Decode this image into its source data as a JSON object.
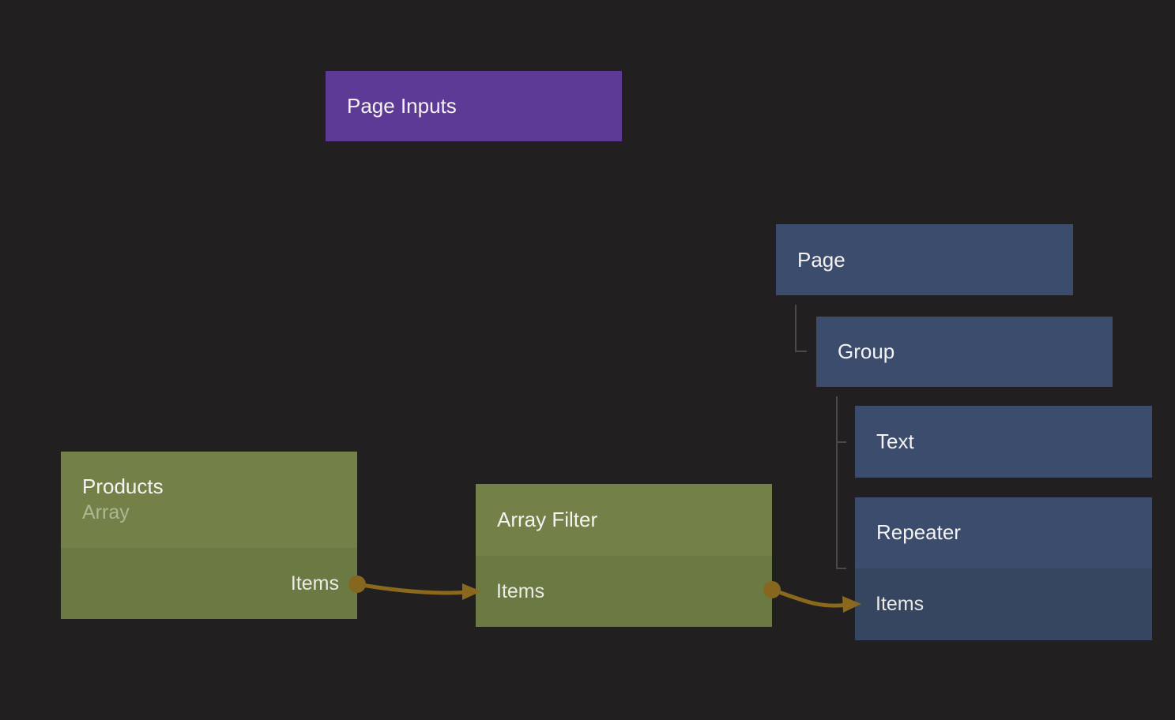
{
  "canvas": {
    "background_color": "#211f20"
  },
  "colors": {
    "component_input_node": "#5e3a97",
    "visual_node_header": "#3c4c6c",
    "visual_node_ports": "#364560",
    "data_node_header": "#738148",
    "data_node_ports": "#6b7a42",
    "connection_wire": "#8a691e",
    "hierarchy_connector": "#4a4a4a",
    "title_text": "#f4f3f1",
    "subtitle_text": "#9ba684"
  },
  "nodes": {
    "page_inputs": {
      "title": "Page Inputs"
    },
    "page": {
      "title": "Page"
    },
    "group": {
      "title": "Group"
    },
    "text": {
      "title": "Text"
    },
    "repeater": {
      "title": "Repeater",
      "ports": {
        "items": "Items"
      }
    },
    "products": {
      "title": "Products",
      "subtitle": "Array",
      "ports": {
        "items": "Items"
      }
    },
    "array_filter": {
      "title": "Array Filter",
      "ports": {
        "items": "Items"
      }
    }
  },
  "hierarchy": [
    {
      "parent": "Page",
      "child": "Group"
    },
    {
      "parent": "Group",
      "child": "Text"
    },
    {
      "parent": "Group",
      "child": "Repeater"
    }
  ],
  "connections": [
    {
      "from_node": "Products",
      "from_port": "Items",
      "to_node": "Array Filter",
      "to_port": "Items"
    },
    {
      "from_node": "Array Filter",
      "from_port": "Items",
      "to_node": "Repeater",
      "to_port": "Items"
    }
  ]
}
